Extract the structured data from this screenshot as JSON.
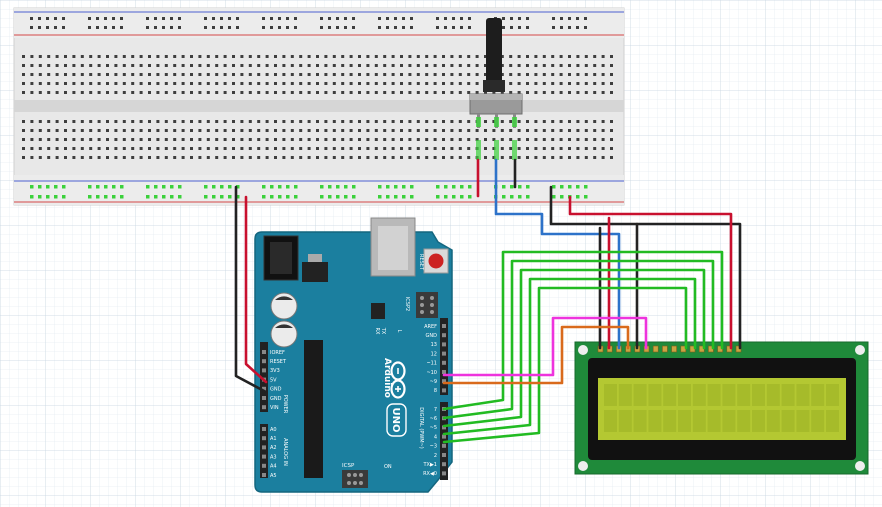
{
  "arduino": {
    "brand": "Arduino",
    "model": "UNO",
    "reset_label": "RESET",
    "icsp2_label": "ICSP2",
    "icsp_label": "ICSP",
    "l_label": "L",
    "tx_label": "TX",
    "rx_label": "RX",
    "on_label": "ON",
    "power_label": "POWER",
    "analog_label": "ANALOG IN",
    "digital_label": "DIGITAL (PWM~)",
    "power_pins": [
      "IOREF",
      "RESET",
      "3V3",
      "5V",
      "GND",
      "GND",
      "VIN"
    ],
    "analog_pins": [
      "A0",
      "A1",
      "A2",
      "A3",
      "A4",
      "A5"
    ],
    "digital_top": [
      "AREF",
      "GND",
      "13",
      "12",
      "~11",
      "~10",
      "~9",
      "8"
    ],
    "digital_bottom": [
      "7",
      "~6",
      "~5",
      "4",
      "~3",
      "2",
      "TX▶1",
      "RX◀0"
    ]
  },
  "colors": {
    "board": "#1b7f9f",
    "breadboard": "#e7e7e7",
    "lcd_pcb": "#1f8a3a",
    "lcd_screen": "#b4c832",
    "wire_red": "#c8102e",
    "wire_black": "#222222",
    "wire_blue": "#2d72c9",
    "wire_green": "#22bb22",
    "wire_magenta": "#ee33dd",
    "wire_orange": "#d96a1c"
  }
}
